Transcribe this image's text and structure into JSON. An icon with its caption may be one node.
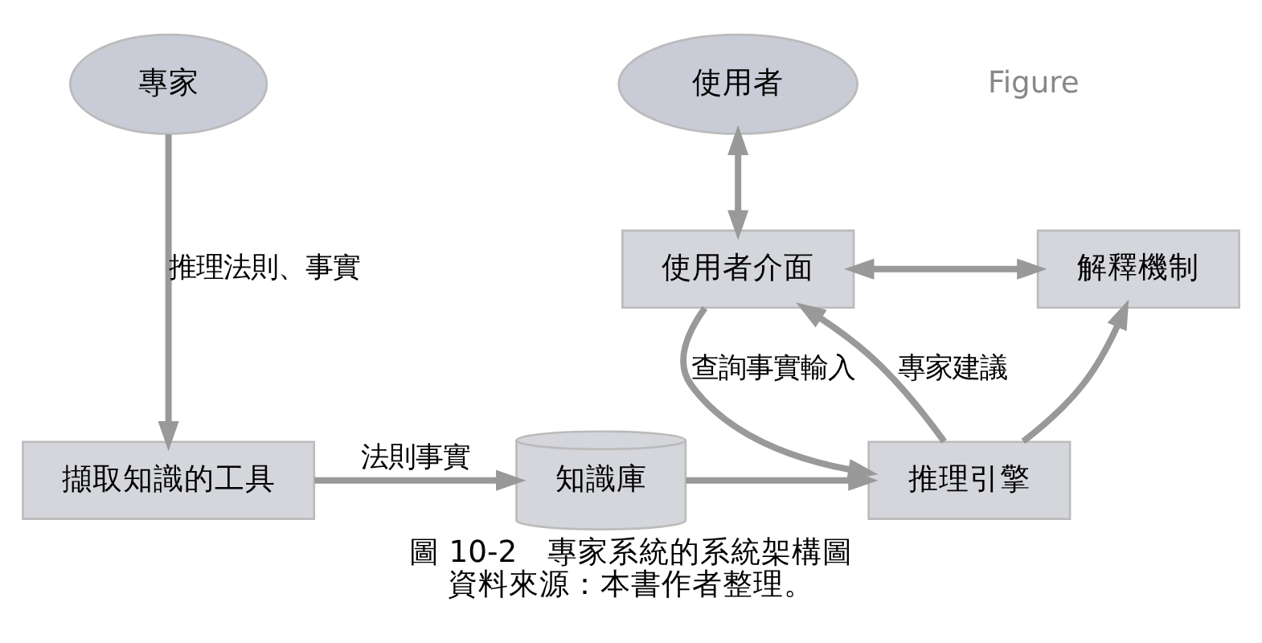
{
  "diagram": {
    "title": "圖 10-2　專家系統的系統架構圖",
    "caption": "資料來源：本書作者整理。",
    "nodes": [
      {
        "text": [
          "專家"
        ]
      },
      {
        "text": [
          "使用者"
        ]
      },
      {
        "text": [
          "使用者介面"
        ]
      },
      {
        "text": [
          "解釋機制"
        ]
      },
      {
        "text": [
          "擷取知識的工具"
        ]
      },
      {
        "text": [
          "知識庫"
        ]
      },
      {
        "text": [
          "推理引擎"
        ]
      }
    ],
    "edges": [
      {
        "from": 0,
        "to": 4,
        "arrow": "to",
        "label": "推理法則、事實"
      },
      {
        "from": 4,
        "to": 5,
        "arrow": "to",
        "label": "法則事實"
      },
      {
        "from": 5,
        "to": 6,
        "arrow": "to"
      },
      {
        "from": 1,
        "to": 2,
        "arrow": "both"
      },
      {
        "from": 2,
        "to": 3,
        "arrow": "both"
      },
      {
        "from": 2,
        "to": 6,
        "arrow": "to",
        "label": "查詢事實輸入"
      },
      {
        "from": 6,
        "to": 2,
        "arrow": "to",
        "label": "專家建議"
      },
      {
        "from": 6,
        "to": 3,
        "arrow": "to"
      }
    ],
    "labels": [
      "Figure"
    ]
  }
}
